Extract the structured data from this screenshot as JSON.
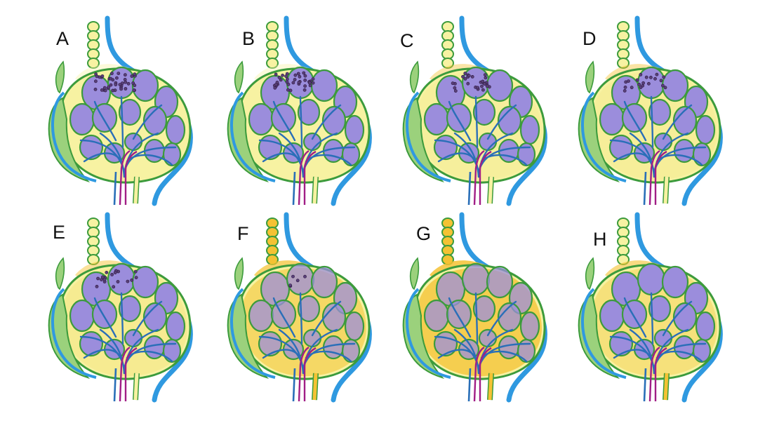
{
  "colors": {
    "node_fill": "#9b8ddc",
    "lymph_yellow": "#f7f2a2",
    "lymph_orange": "#f4c233",
    "vessel_blue": "#2f99e0",
    "vessel_dark_blue": "#2a6fb8",
    "green_tissue": "#9bd17c",
    "green_outline": "#3c9b3c",
    "artery_magenta": "#a11e86"
  },
  "panels": [
    {
      "id": "A",
      "label": "A",
      "orange_level": 0.0,
      "tumor_cells": 0.9
    },
    {
      "id": "B",
      "label": "B",
      "orange_level": 0.0,
      "tumor_cells": 0.8
    },
    {
      "id": "C",
      "label": "C",
      "orange_level": 0.05,
      "tumor_cells": 0.6
    },
    {
      "id": "D",
      "label": "D",
      "orange_level": 0.08,
      "tumor_cells": 0.45
    },
    {
      "id": "E",
      "label": "E",
      "orange_level": 0.15,
      "tumor_cells": 0.4
    },
    {
      "id": "F",
      "label": "F",
      "orange_level": 0.55,
      "tumor_cells": 0.12
    },
    {
      "id": "G",
      "label": "G",
      "orange_level": 0.75,
      "tumor_cells": 0.0
    },
    {
      "id": "H",
      "label": "H",
      "orange_level": 0.35,
      "tumor_cells": 0.0
    }
  ]
}
